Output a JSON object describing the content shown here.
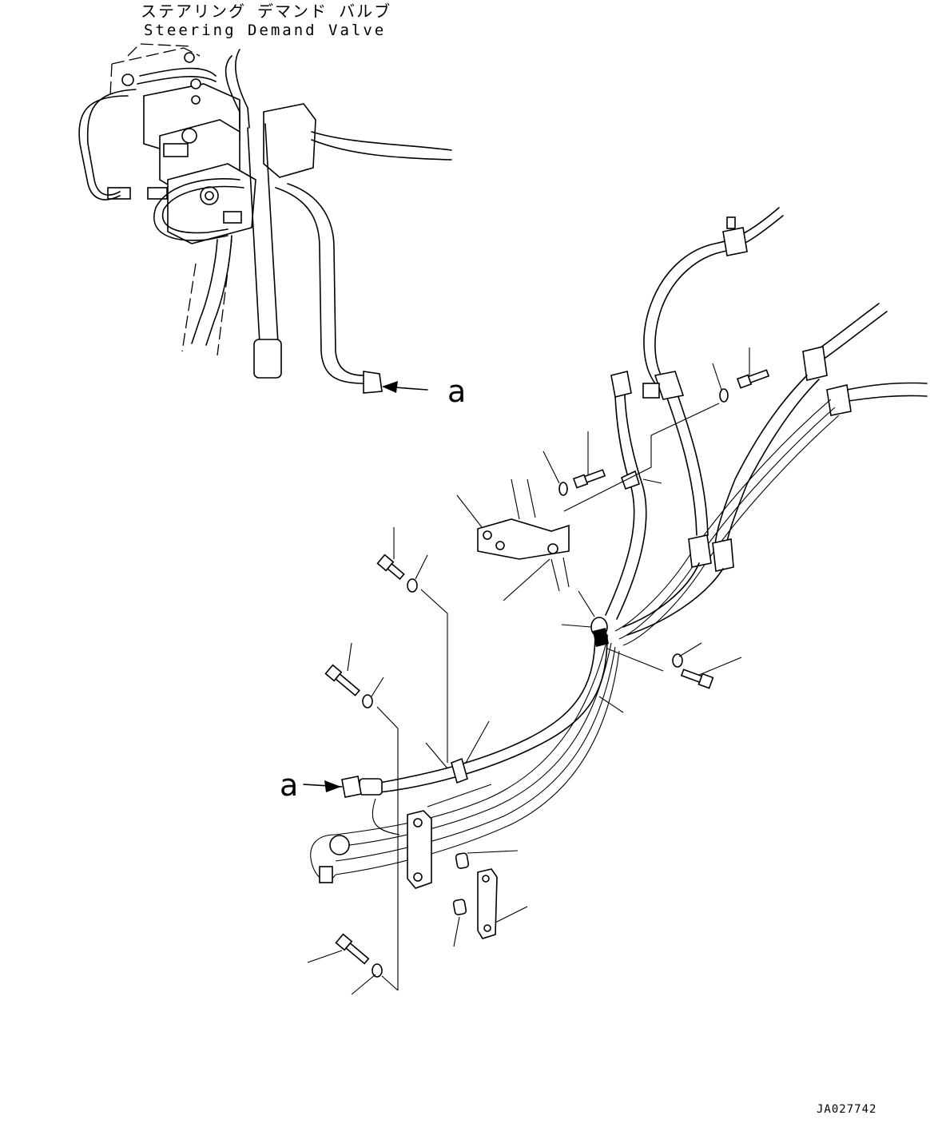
{
  "diagram": {
    "title_jp": "ステアリング デマンド バルブ",
    "title_en": "Steering Demand Valve",
    "ref_label_top": "a",
    "ref_label_bottom": "a",
    "document_id": "JA027742"
  }
}
